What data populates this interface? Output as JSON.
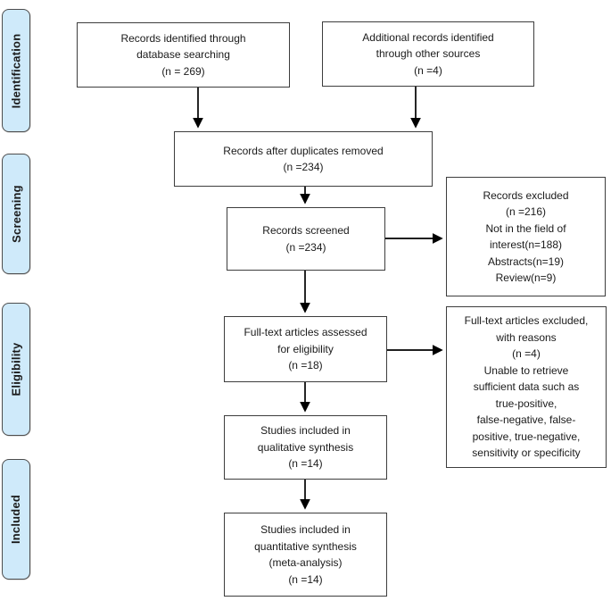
{
  "palette": {
    "page_bg": "#ffffff",
    "stage_fill": "#cfeafa",
    "stage_border": "#4d4d4d",
    "stage_text": "#1a1a1a",
    "box_bg": "#ffffff",
    "box_border": "#3d3d3d",
    "box_text": "#1a1a1a",
    "arrow": "#000000"
  },
  "stages": [
    {
      "label": "Identification"
    },
    {
      "label": "Screening"
    },
    {
      "label": "Eligibility"
    },
    {
      "label": "Included"
    }
  ],
  "boxes": {
    "db_search": {
      "text": "Records identified through\ndatabase searching\n(n = 269)"
    },
    "other_sources": {
      "text": "Additional records identified\nthrough other sources\n(n =4)"
    },
    "duplicates_removed": {
      "text": "Records after duplicates removed\n(n =234)"
    },
    "screened": {
      "text": "Records screened\n(n =234)"
    },
    "records_excluded": {
      "text": "Records excluded\n(n =216)\nNot in the field of\ninterest(n=188)\nAbstracts(n=19)\nReview(n=9)"
    },
    "fulltext_assessed": {
      "text": "Full-text articles assessed\nfor eligibility\n(n =18)"
    },
    "fulltext_excluded": {
      "text": "Full-text articles excluded,\nwith reasons\n(n =4)\nUnable to retrieve\nsufficient data such as\ntrue-positive,\nfalse-negative, false-\npositive, true-negative,\nsensitivity or specificity"
    },
    "qualitative": {
      "text": "Studies included in\nqualitative synthesis\n(n =14)"
    },
    "quantitative": {
      "text": "Studies included in\nquantitative synthesis\n(meta-analysis)\n(n =14)"
    }
  }
}
